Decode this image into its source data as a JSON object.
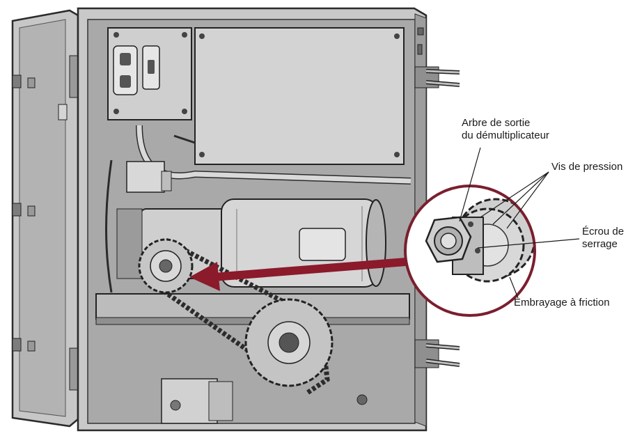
{
  "callouts": {
    "output_shaft": {
      "line1": "Arbre de sortie",
      "line2": "du démultiplicateur"
    },
    "set_screws": "Vis de pression",
    "lock_nut": {
      "line1": "Écrou de",
      "line2": "serrage"
    },
    "friction_clutch": "Embrayage à friction"
  },
  "colors": {
    "callout_ring": "#7a1f2e",
    "arrow": "#8b1a2b",
    "line_art": "#2b2b2b",
    "metal_fill": "#bdbdbd",
    "metal_dark": "#8c8c8c"
  },
  "icons": [
    "detail-magnifier-ring",
    "pointer-arrow"
  ]
}
